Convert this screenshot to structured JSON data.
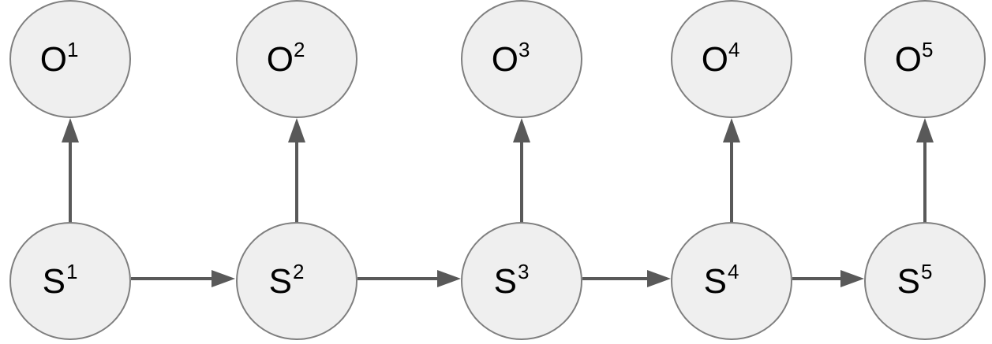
{
  "diagram": {
    "observations": [
      {
        "letter": "O",
        "index": "1"
      },
      {
        "letter": "O",
        "index": "2"
      },
      {
        "letter": "O",
        "index": "3"
      },
      {
        "letter": "O",
        "index": "4"
      },
      {
        "letter": "O",
        "index": "5"
      }
    ],
    "states": [
      {
        "letter": "S",
        "index": "1"
      },
      {
        "letter": "S",
        "index": "2"
      },
      {
        "letter": "S",
        "index": "3"
      },
      {
        "letter": "S",
        "index": "4"
      },
      {
        "letter": "S",
        "index": "5"
      }
    ],
    "edges": [
      {
        "from": "S1",
        "to": "O1"
      },
      {
        "from": "S2",
        "to": "O2"
      },
      {
        "from": "S3",
        "to": "O3"
      },
      {
        "from": "S4",
        "to": "O4"
      },
      {
        "from": "S5",
        "to": "O5"
      },
      {
        "from": "S1",
        "to": "S2"
      },
      {
        "from": "S2",
        "to": "S3"
      },
      {
        "from": "S3",
        "to": "S4"
      },
      {
        "from": "S4",
        "to": "S5"
      }
    ],
    "colors": {
      "node_fill": "#efefef",
      "node_stroke": "#7f7f7f",
      "edge": "#595959",
      "text": "#000000"
    }
  }
}
